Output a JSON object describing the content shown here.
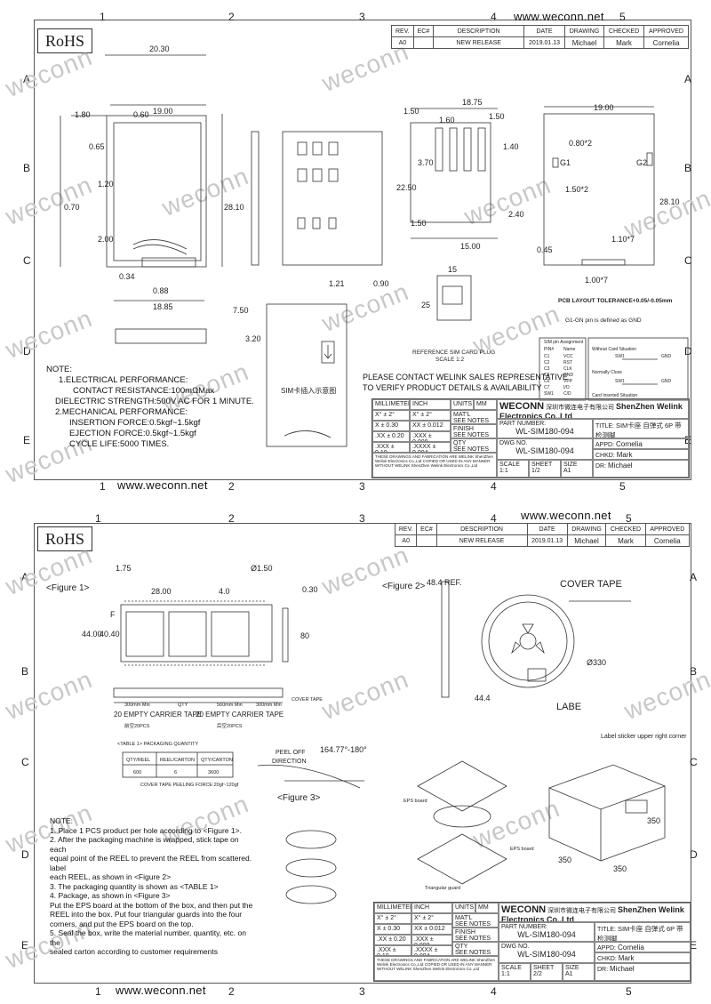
{
  "common": {
    "rohs": "RoHS",
    "url": "www.weconn.net",
    "watermark": "weconn",
    "zones_num": [
      "1",
      "2",
      "3",
      "4",
      "5"
    ],
    "zones_let": [
      "A",
      "B",
      "C",
      "D",
      "E"
    ],
    "rev_header": [
      "REV.",
      "EC#",
      "DESCRIPTION",
      "DATE",
      "DRAWING",
      "CHECKED",
      "APPROVED"
    ],
    "rev_row": [
      "A0",
      "",
      "NEW RELEASE",
      "2019.01.13",
      "Michael",
      "Mark",
      "Cornelia"
    ]
  },
  "sheet1": {
    "dims": {
      "d2030": "20.30",
      "d180": "1.80",
      "d060": "0.60",
      "d1900": "19.00",
      "d065": "0.65",
      "d120": "1.20",
      "d070": "0.70",
      "d200": "2.00",
      "d2810": "28.10",
      "d034": "0.34",
      "d088": "0.88",
      "d1885": "18.85",
      "d121": "1.21",
      "d090": "0.90",
      "d750": "7.50",
      "d320": "3.20",
      "d1875": "18.75",
      "d150a": "1.50",
      "d160": "1.60",
      "d150b": "1.50",
      "d140": "1.40",
      "d370": "3.70",
      "d2250": "22.50",
      "d150c": "1.50",
      "d240": "2.40",
      "d1500": "15.00",
      "d045": "0.45",
      "d1900b": "19.00",
      "d080": "0.80*2",
      "g1": "G1",
      "g2": "G2",
      "d1502": "1.50*2",
      "d2810b": "28.10",
      "d1107": "1.10*7",
      "d1007": "1.00*7",
      "d15": "15",
      "d25": "25"
    },
    "pcb_tol": "PCB LAYOUT TOLERANCE+0.05/-0.05mm",
    "gnd_note": "G1-GN pin is defined as GND",
    "ref_card": "REFERENCE SIM CARD PLUG",
    "ref_scale": "SCALE 1:2",
    "sim_label": "SIM卡插入示意图",
    "pin_title": "SIM pin Assignment",
    "pin_head": [
      "PIN#",
      "Name"
    ],
    "pins": [
      [
        "C1",
        "VCC"
      ],
      [
        "C2",
        "RST"
      ],
      [
        "C3",
        "CLK"
      ],
      [
        "C5",
        "GND"
      ],
      [
        "C6",
        "VPP"
      ],
      [
        "C7",
        "I/O"
      ],
      [
        "SW1",
        "C/D"
      ]
    ],
    "switch_titles": [
      "Without Card Situation",
      "Normally Close",
      "Card Inserted Situation"
    ],
    "sw_labels": [
      "SW1",
      "GND",
      "SW1",
      "GND"
    ],
    "note_lines": [
      "NOTE:",
      "1.ELECTRICAL PERFORMANCE:",
      "CONTACT RESISTANCE:100mΩMax",
      "DIELECTRIC STRENGTH:500V AC FOR 1 MINUTE.",
      "2.MECHANICAL PERFORMANCE:",
      "INSERTION FORCE:0.5kgf~1.5kgf",
      "EJECTION FORCE:0.5kgf~1.5kgf",
      "CYCLE LIFE:5000 TIMES."
    ],
    "contact_lines": [
      "PLEASE CONTACT WELINK SALES REPRESENTATIVE",
      "TO VERIFY PRODUCT DETAILS & AVAILABILITY"
    ]
  },
  "titleblock": {
    "mm": "MILLIMETERS",
    "inch": "INCH",
    "units": "UNITS",
    "unit_val": "MM",
    "tol_rows": [
      [
        "X° ± 2°",
        "X° ± 2°"
      ],
      [
        "X ± 0.30",
        "XX ± 0.012"
      ],
      [
        ".XX ± 0.20",
        ".XXX ± 0.008"
      ],
      [
        ".XXX ± 0.10",
        ".XXXX ± 0.004"
      ]
    ],
    "matl": "MAT'L",
    "see": "SEE NOTES",
    "finish": "FINISH",
    "qty": "QTY",
    "disclaimer": "THESE DRAWINGS AND FABRICATION ARE WELINK ShenZhen Welink Electronics Co.,Ltd COPIED OR USED IN ANY MANNER WITHOUT WELINK ShenZhen Welink Electronics Co.,Ltd",
    "brand": "WECONN",
    "brand_cn": "深圳市微连电子有限公司",
    "company": "ShenZhen Welink Electronics Co.,Ltd",
    "part_label": "PART NUMBER:",
    "part": "WL-SIM180-094",
    "title_label": "TITLE:",
    "title": "SIM卡座 自弹式 6P 带检测脚",
    "dwg_label": "DWG NO.",
    "dwg": "WL-SIM180-094",
    "appd_label": "APPD:",
    "appd": "Cornelia",
    "chkd_label": "CHKD:",
    "chkd": "Mark",
    "dr_label": "DR:",
    "dr": "Michael",
    "scale_label": "SCALE",
    "scale": "1:1",
    "sheet_label": "SHEET",
    "size_label": "SIZE",
    "size": "A1",
    "sheet1": "1/2",
    "sheet2": "2/2"
  },
  "sheet2": {
    "fig1": "<Figure 1>",
    "fig2": "<Figure 2>",
    "fig3": "<Figure 3>",
    "dims": {
      "d175": "1.75",
      "d150": "Ø1.50",
      "d2800": "28.00",
      "d40": "4.0",
      "d030": "0.30",
      "d4400": "44.00",
      "d4040": "40.40",
      "dF": "F",
      "d80": "80",
      "d484": "48.4 REF.",
      "d330": "Ø330",
      "d444": "44.4",
      "d350a": "350",
      "d350b": "350",
      "d350c": "350"
    },
    "cover_tape": "COVER TAPE",
    "cover_tape_small": "COVER TAPE",
    "labe": "LABE",
    "empty1": "20 EMPTY CARRIER TAPE",
    "empty2": "20 EMPTY CARRIER TAPE",
    "empty1_cn": "前空20PCS",
    "empty2_cn": "后空20PCS",
    "mm_min1": "300mm Min",
    "qty_lbl": "QTY",
    "mm_min2": "560mm Min",
    "mm_min3": "300mm Min",
    "table_title": "<TABLE 1> PACKAGING QUANTITY",
    "pack_head": [
      "QTY/REEL",
      "REEL/CARTON",
      "QTY/CARTON"
    ],
    "pack_row": [
      "600",
      "6",
      "3600"
    ],
    "peel": "COVER TAPE PEELING FORCE:20gf~120gf",
    "peel_off": "PEEL OFF",
    "direction": "DIRECTION",
    "angle": "164.77°-180°",
    "eps1": "EPS board",
    "eps2": "EPS board",
    "tri": "Triangular guard",
    "label_sticker": "Label sticker upper right corner",
    "note_lines": [
      "NOTE:",
      "1. Place 1 PCS product per hole according to <Figure 1>.",
      "2. After the packaging machine is wrapped, stick tape on each",
      "equal point of the REEL to prevent the REEL from scattered. label",
      "each REEL, as shown in <Figure 2>",
      "3. The packaging quantity is shown as <TABLE 1>",
      "4. Package, as shown in <Figure 3>",
      "Put the EPS board at the bottom of the box, and then put the",
      "REEL into the box. Put four triangular guards into the four",
      "corners, and put the EPS board on the top.",
      "5. Seal the box, write the material number, quantity, etc. on the",
      "sealed carton according to customer requirements"
    ]
  }
}
